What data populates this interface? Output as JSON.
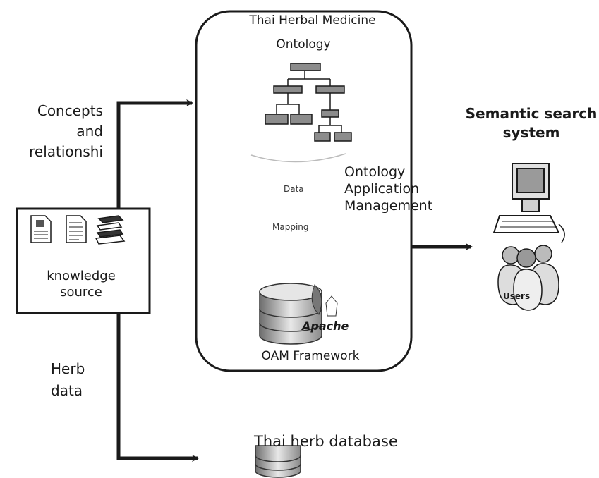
{
  "labels": {
    "concepts": [
      "Concepts",
      "and",
      "relationshi"
    ],
    "herb_data": [
      "Herb",
      "data"
    ],
    "knowledge_source": [
      "knowledge",
      "source"
    ],
    "framework_title": [
      "Thai Herbal Medicine",
      "Ontology"
    ],
    "oam": [
      "Ontology",
      "Application",
      "Management"
    ],
    "data": "Data",
    "mapping": "Mapping",
    "apache": "Apache",
    "framework": "OAM Framework",
    "semantic_search": [
      "Semantic search",
      "system"
    ],
    "users": "Users",
    "database": "Thai herb database"
  },
  "colors": {
    "line": "#1a1a1a",
    "tree_node": "#8c8c8c",
    "monitor_screen": "#9a9a9a"
  },
  "icons": [
    "document-icon",
    "paper-icon",
    "books-icon",
    "ontology-tree-icon",
    "apache-database-icon",
    "computer-icon",
    "users-icon",
    "database-icon"
  ]
}
